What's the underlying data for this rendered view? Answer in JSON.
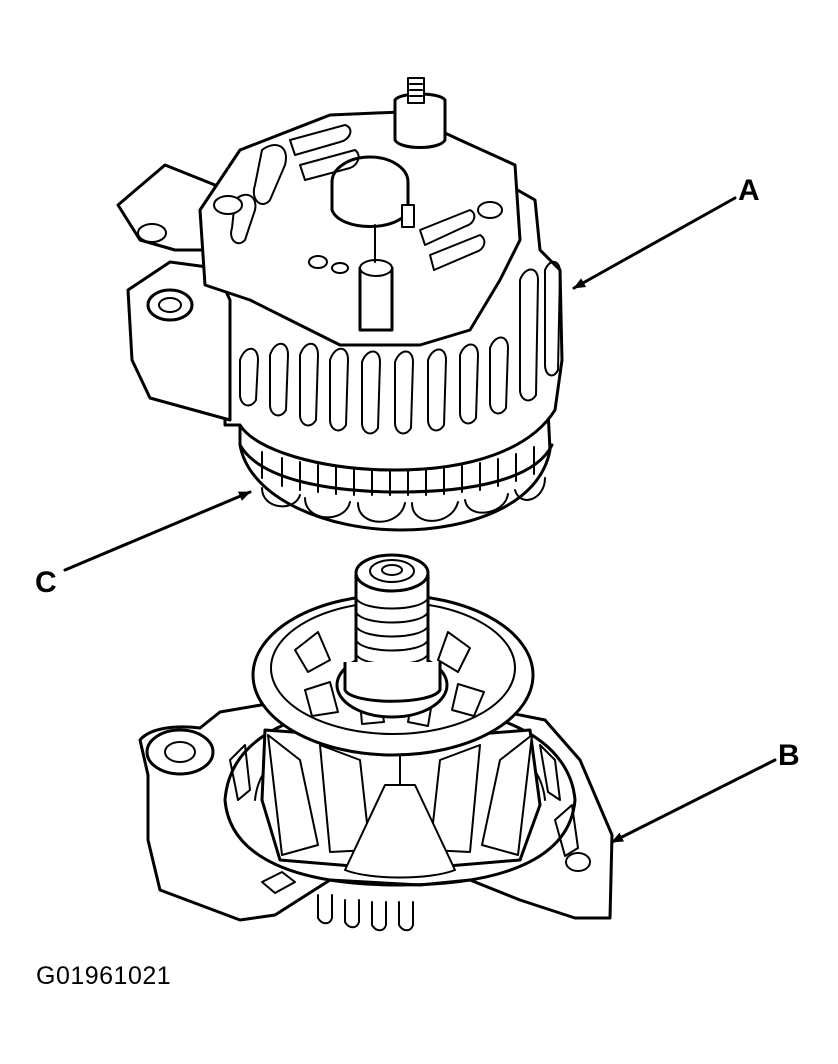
{
  "labels": {
    "a": "A",
    "b": "B",
    "c": "C"
  },
  "figure_id": "G01961021"
}
